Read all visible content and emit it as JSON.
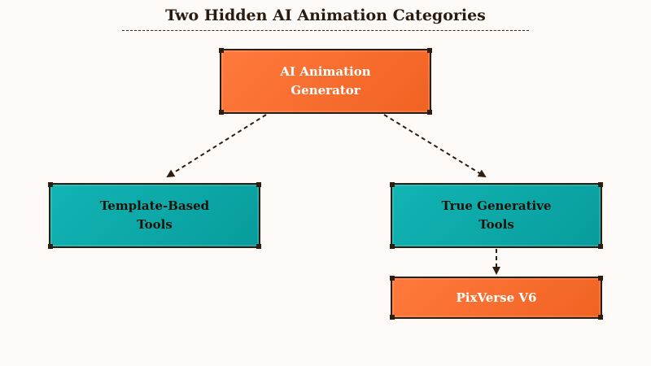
{
  "title": "Two Hidden AI Animation Categories",
  "colors": {
    "background": "#fdfaf7",
    "orange_node": "#f86d2d",
    "teal_node": "#0aa8a8",
    "border": "#2e1e12",
    "edge": "#2e1e12"
  },
  "nodes": {
    "root": {
      "label": "AI Animation\nGenerator"
    },
    "template": {
      "label": "Template-Based\nTools"
    },
    "generative": {
      "label": "True Generative\nTools"
    },
    "pixverse": {
      "label": "PixVerse V6"
    }
  },
  "edges": [
    {
      "from": "root",
      "to": "template",
      "style": "dashed"
    },
    {
      "from": "root",
      "to": "generative",
      "style": "dashed"
    },
    {
      "from": "generative",
      "to": "pixverse",
      "style": "dashed"
    }
  ]
}
